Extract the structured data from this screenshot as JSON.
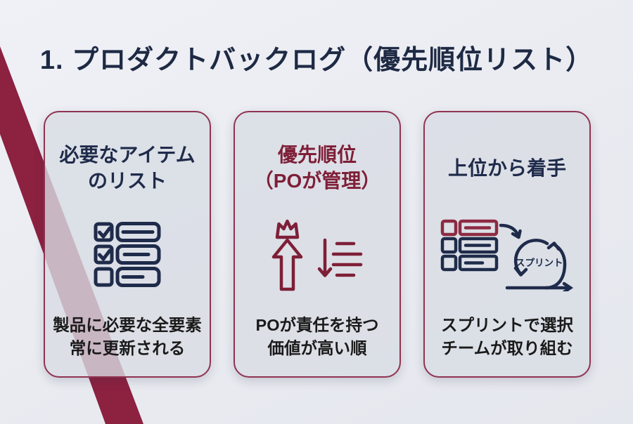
{
  "title": "1. プロダクトバックログ（優先順位リスト）",
  "cards": [
    {
      "id": "item-list",
      "icon": "checklist-icon",
      "title_lines": [
        "必要なアイテム",
        "のリスト"
      ],
      "body_lines": [
        "製品に必要な全要素",
        "常に更新される"
      ]
    },
    {
      "id": "priority",
      "icon": "crown-priority-sort-icon",
      "title_lines": [
        "優先順位",
        "（POが管理）"
      ],
      "body_lines": [
        "POが責任を持つ",
        "価値が高い順"
      ]
    },
    {
      "id": "start-from-top",
      "icon": "sprint-cycle-icon",
      "title_lines": [
        "上位から着手"
      ],
      "sprint_label": "スプリント",
      "body_lines": [
        "スプリントで選択",
        "チームが取り組む"
      ]
    }
  ],
  "colors": {
    "background": "#EAECF2",
    "ribbon": "#8C2140",
    "navy": "#1F2B4A",
    "maroon_text": "#7E1F37",
    "body_text": "#1A1A1A",
    "card_border": "#8F3350"
  }
}
